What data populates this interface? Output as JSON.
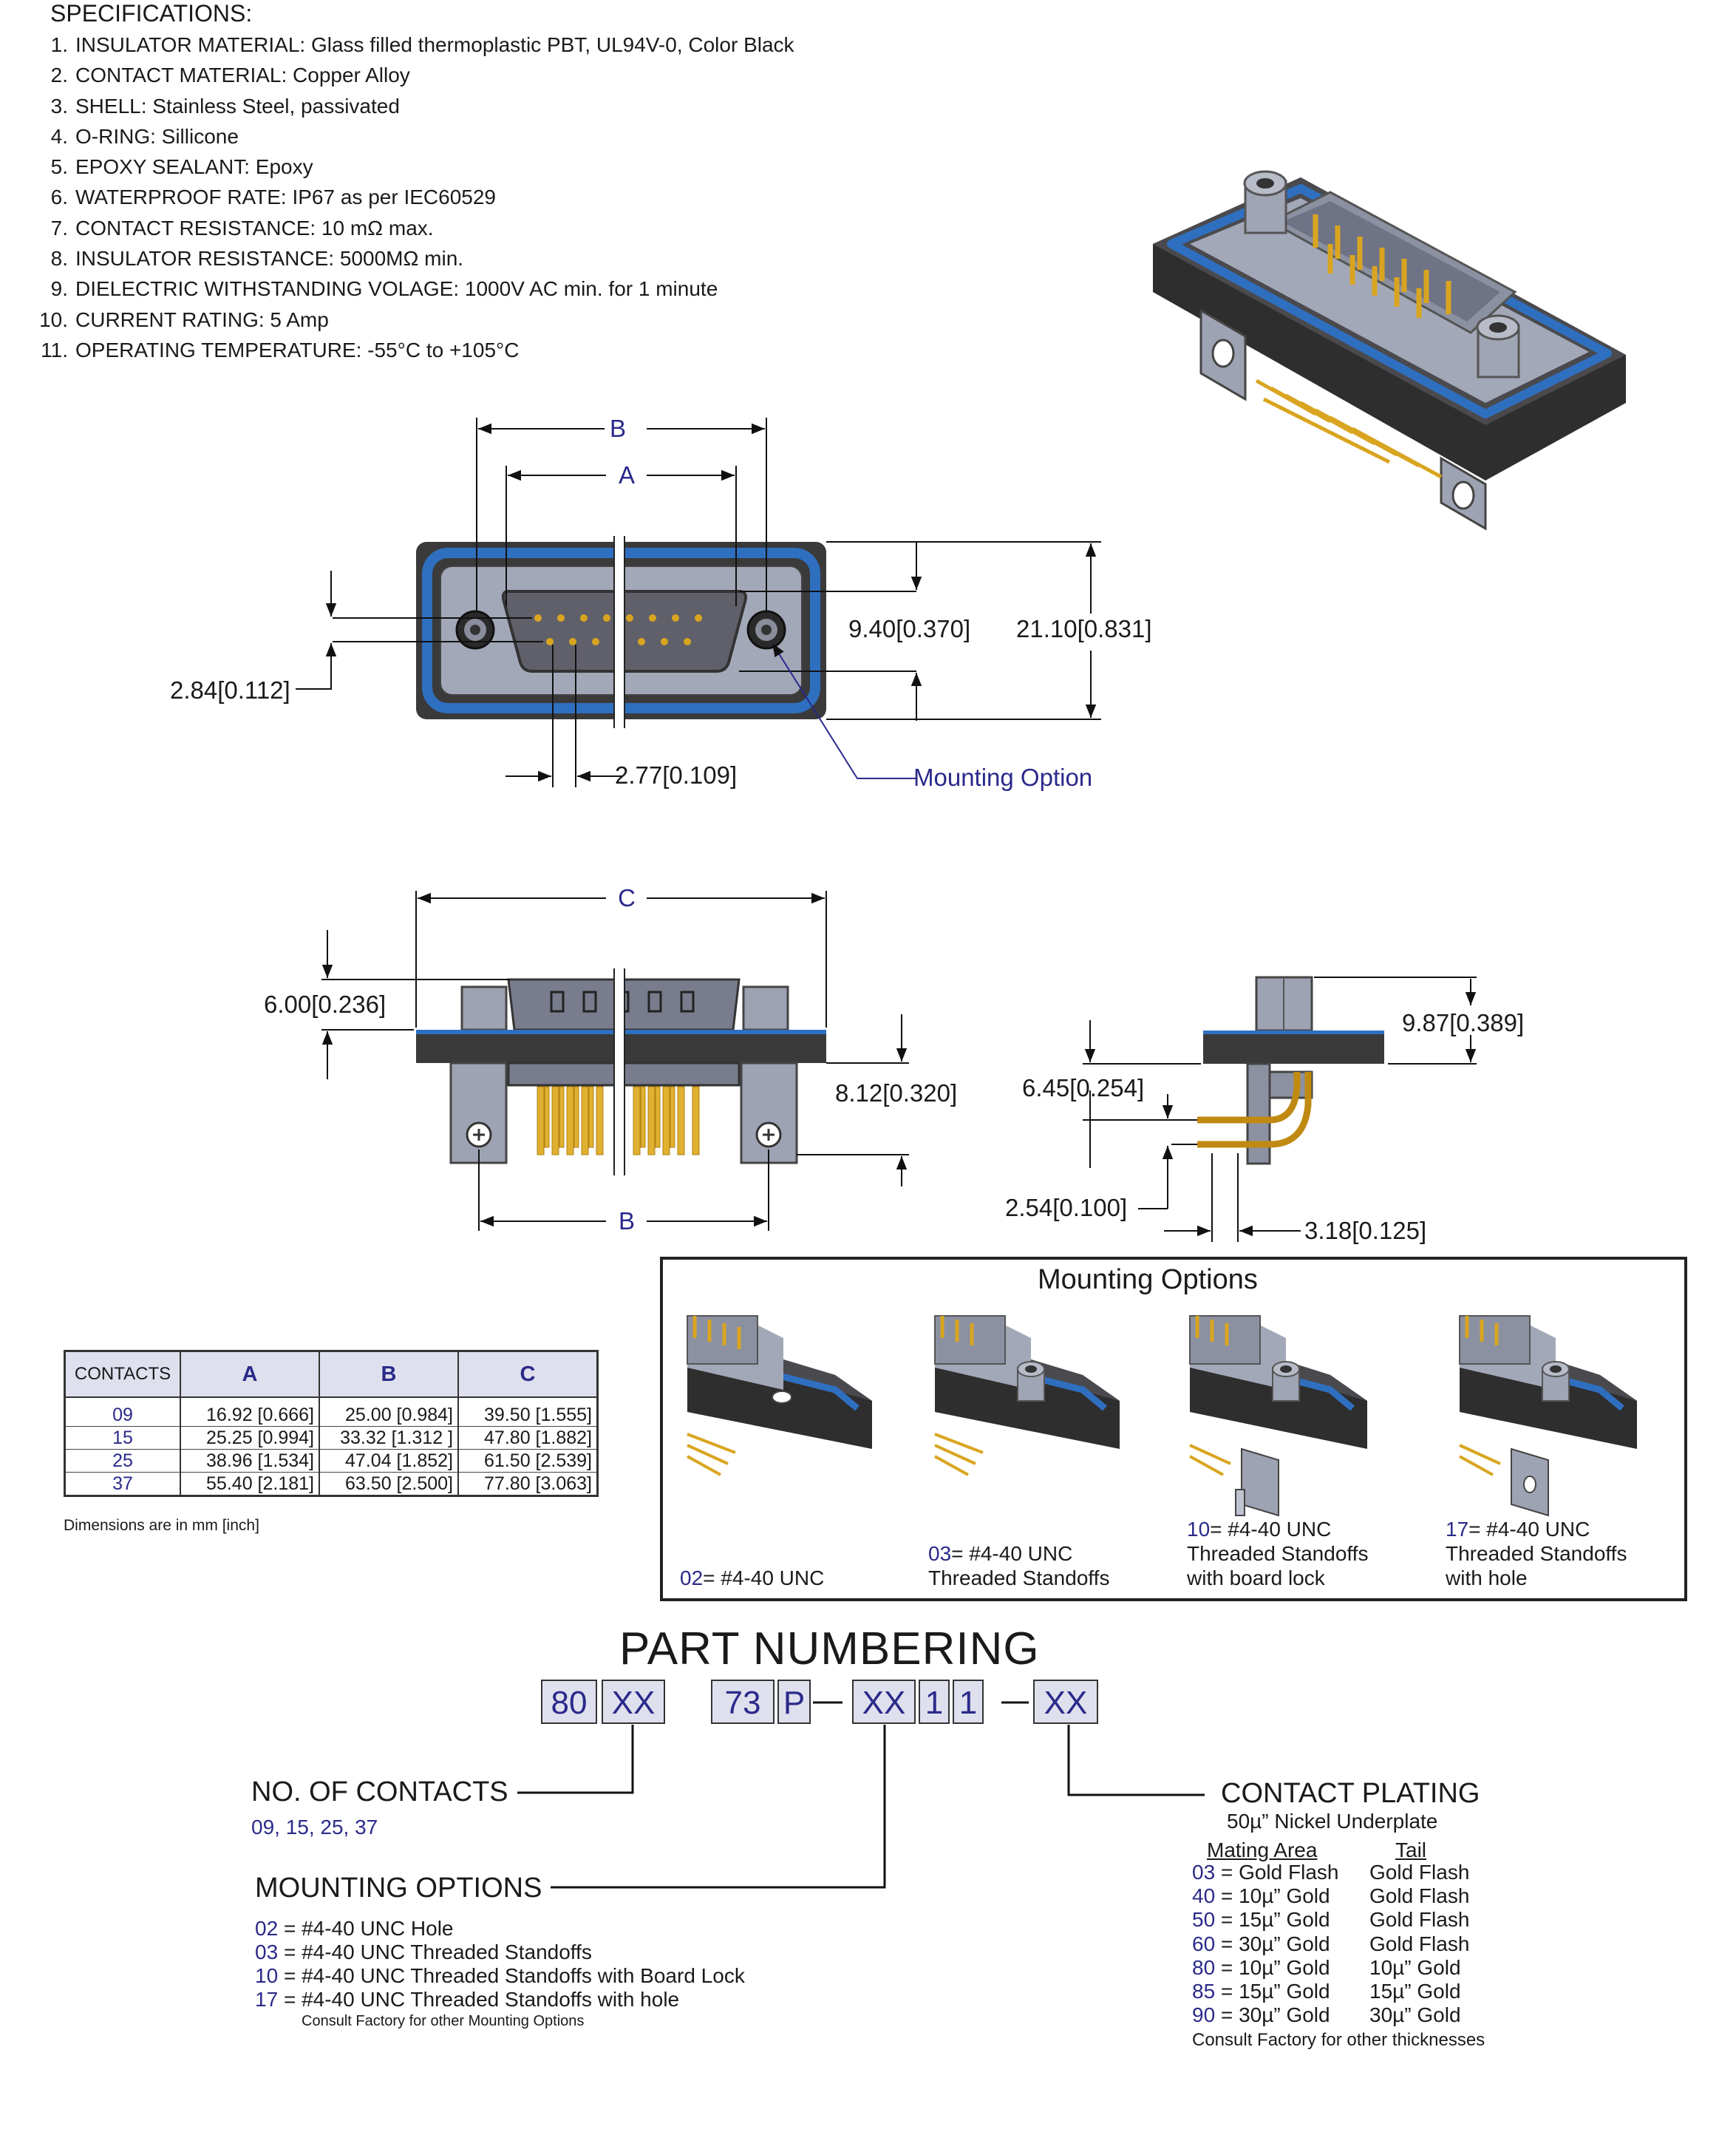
{
  "specifications": {
    "title": "SPECIFICATIONS:",
    "items": [
      {
        "n": "1.",
        "text": "INSULATOR MATERIAL: Glass filled thermoplastic PBT, UL94V-0, Color Black"
      },
      {
        "n": "2.",
        "text": "CONTACT MATERIAL: Copper Alloy"
      },
      {
        "n": "3.",
        "text": "SHELL: Stainless Steel, passivated"
      },
      {
        "n": "4.",
        "text": "O-RING: Sillicone"
      },
      {
        "n": "5.",
        "text": "EPOXY SEALANT: Epoxy"
      },
      {
        "n": "6.",
        "text": "WATERPROOF RATE: IP67 as per IEC60529"
      },
      {
        "n": "7.",
        "text": "CONTACT RESISTANCE: 10 mΩ max."
      },
      {
        "n": "8.",
        "text": "INSULATOR RESISTANCE: 5000MΩ min."
      },
      {
        "n": "9.",
        "text": "DIELECTRIC WITHSTANDING VOLAGE: 1000V AC min. for 1 minute"
      },
      {
        "n": "10.",
        "text": "CURRENT RATING: 5 Amp"
      },
      {
        "n": "11.",
        "text": "OPERATING TEMPERATURE: -55°C to +105°C"
      }
    ]
  },
  "front_view": {
    "label_b": "B",
    "label_a": "A",
    "dim_height_inner": "9.40",
    "dim_height_inner_in": "0.370",
    "dim_height_total": "21.10",
    "dim_height_total_in": "0.831",
    "dim_pitch_v": "2.84",
    "dim_pitch_v_in": "0.112",
    "dim_pitch_h": "2.77",
    "dim_pitch_h_in": "0.109",
    "mounting_option_label": "Mounting Option"
  },
  "side_view": {
    "label_c": "C",
    "label_b": "B",
    "dim_shell_height": "6.00",
    "dim_shell_height_in": "0.236",
    "dim_tail": "8.12",
    "dim_tail_in": "0.320"
  },
  "end_view": {
    "dim_total": "9.87",
    "dim_total_in": "0.389",
    "dim_first_row": "6.45",
    "dim_first_row_in": "0.254",
    "dim_row_pitch": "2.54",
    "dim_row_pitch_in": "0.100",
    "dim_tail_pitch": "3.18",
    "dim_tail_pitch_in": "0.125"
  },
  "contacts_table": {
    "headers": [
      "CONTACTS",
      "A",
      "B",
      "C"
    ],
    "rows": [
      [
        "09",
        "16.92 [0.666]",
        "25.00 [0.984]",
        "39.50 [1.555]"
      ],
      [
        "15",
        "25.25 [0.994]",
        "33.32 [1.312 ]",
        "47.80 [1.882]"
      ],
      [
        "25",
        "38.96 [1.534]",
        "47.04 [1.852]",
        "61.50 [2.539]"
      ],
      [
        "37",
        "55.40 [2.181]",
        "63.50 [2.500]",
        "77.80 [3.063]"
      ]
    ],
    "note": "Dimensions are in mm [inch]"
  },
  "mounting_options": {
    "title": "Mounting Options",
    "options": [
      {
        "code": "02",
        "lines": [
          "= #4-40 UNC"
        ]
      },
      {
        "code": "03",
        "lines": [
          "= #4-40 UNC",
          "Threaded Standoffs"
        ]
      },
      {
        "code": "10",
        "lines": [
          "= #4-40 UNC",
          "Threaded Standoffs",
          "with board lock"
        ]
      },
      {
        "code": "17",
        "lines": [
          "= #4-40 UNC",
          "Threaded Standoffs",
          "with hole"
        ]
      }
    ]
  },
  "part_numbering": {
    "title": "PART NUMBERING",
    "boxes": [
      "80",
      "XX",
      "73",
      "P",
      "XX",
      "1",
      "1",
      "XX"
    ],
    "contacts_heading": "NO. OF CONTACTS",
    "contacts_values": "09, 15, 25, 37",
    "mounting_heading": "MOUNTING OPTIONS",
    "mounting_items": [
      {
        "code": "02",
        "text": "=  #4-40 UNC Hole"
      },
      {
        "code": "03",
        "text": "=  #4-40 UNC Threaded Standoffs"
      },
      {
        "code": "10",
        "text": "=  #4-40 UNC Threaded Standoffs with Board Lock"
      },
      {
        "code": "17",
        "text": "= #4-40 UNC Threaded Standoffs with hole"
      }
    ],
    "mounting_note": "Consult Factory for other Mounting Options",
    "plating_heading": "CONTACT PLATING",
    "plating_sub": "50µ” Nickel Underplate",
    "plating_col1": "Mating Area",
    "plating_col2": "Tail",
    "plating_items": [
      {
        "code": "03",
        "mating": " = Gold Flash",
        "tail": "Gold Flash"
      },
      {
        "code": "40",
        "mating": " = 10µ” Gold",
        "tail": "Gold Flash"
      },
      {
        "code": "50",
        "mating": " = 15µ” Gold",
        "tail": "Gold Flash"
      },
      {
        "code": "60",
        "mating": " = 30µ” Gold",
        "tail": "Gold Flash"
      },
      {
        "code": "80",
        "mating": " = 10µ” Gold",
        "tail": "10µ” Gold"
      },
      {
        "code": "85",
        "mating": " = 15µ” Gold",
        "tail": "15µ” Gold"
      },
      {
        "code": "90",
        "mating": " = 30µ” Gold",
        "tail": "30µ” Gold"
      }
    ],
    "plating_note": "Consult Factory for other thicknesses"
  },
  "colors": {
    "seal_blue": "#2f6fc0",
    "shell_grey": "#9aa0b0",
    "body_dark": "#3a3a3a",
    "pin_gold": "#d9a520",
    "label_blue": "#2a2a8a"
  }
}
